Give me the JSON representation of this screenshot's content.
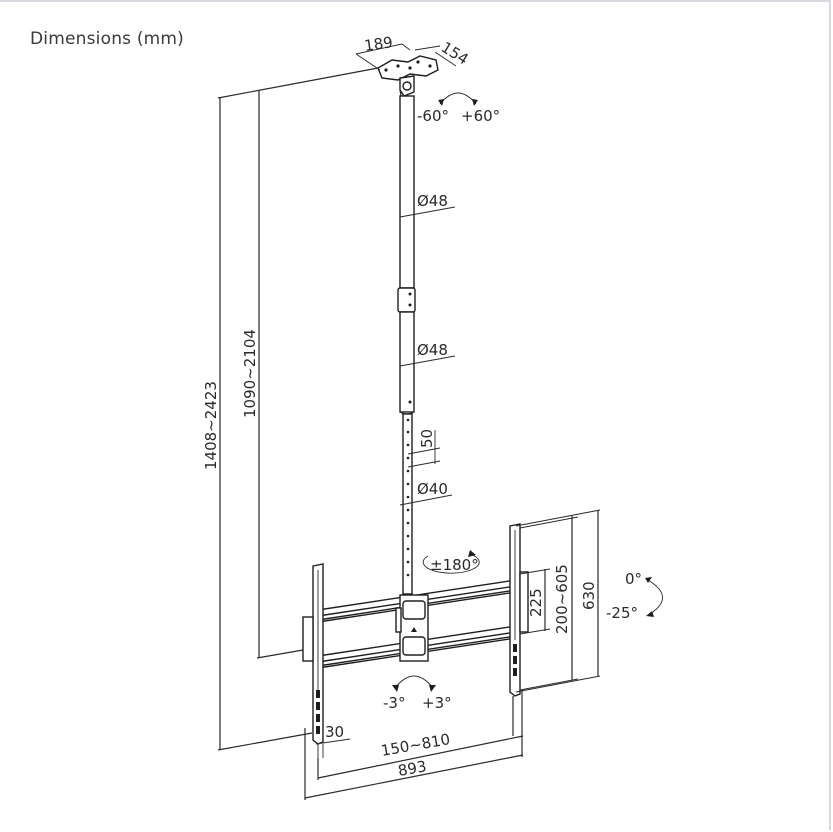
{
  "diagram": {
    "title": "Dimensions (mm)",
    "subject": "Ceiling TV mount with telescopic pole",
    "dimensions": {
      "ceiling_plate_width": "189",
      "ceiling_plate_depth": "154",
      "ceiling_swivel": {
        "left": "-60°",
        "right": "+60°"
      },
      "upper_pole_diameter": "Ø48",
      "middle_pole_diameter": "Ø48",
      "hole_spacing": "50",
      "lower_pole_diameter": "Ø40",
      "pole_rotation": "±180°",
      "total_height": "1408~2423",
      "pole_height": "1090~2104",
      "vertical_arm_length": "630",
      "vesa_vertical": "200~605",
      "bracket_height": "225",
      "tilt": {
        "top": "0°",
        "bottom": "-25°"
      },
      "level_adjust": {
        "left": "-3°",
        "right": "+3°"
      },
      "profile_depth": "30",
      "vesa_horizontal": "150~810",
      "total_width": "893"
    },
    "colors": {
      "line": "#2a2a2a",
      "text": "#3a3a3a",
      "background": "#ffffff",
      "frame": "#d6d9de"
    }
  }
}
